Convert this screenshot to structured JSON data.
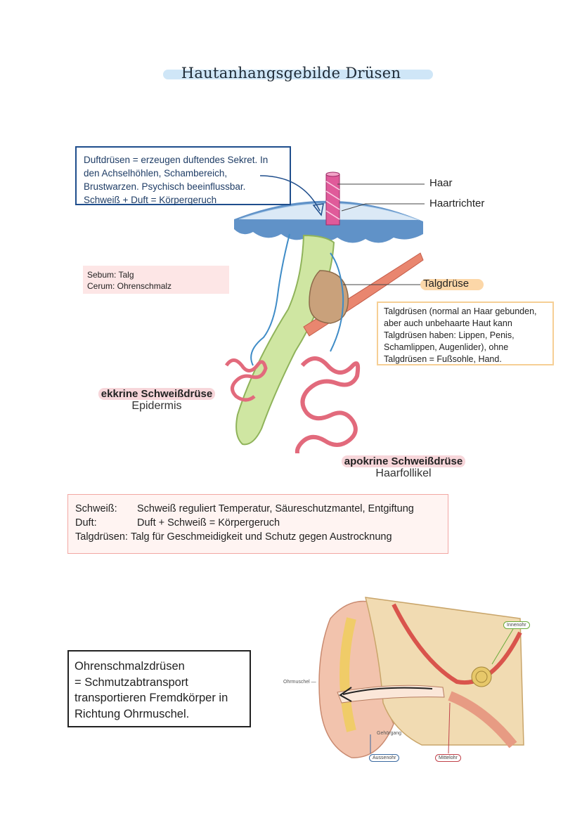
{
  "title": "Hautanhangsgebilde Drüsen",
  "duft_box": {
    "lines": [
      "Duftdrüsen = erzeugen duftendes Sekret. In",
      "den Achselhöhlen, Schambereich,",
      "Brustwarzen. Psychisch beeinflussbar.",
      "Schweiß + Duft = Körpergeruch"
    ]
  },
  "labels": {
    "haar": "Haar",
    "haartrichter": "Haartrichter",
    "talgdruese": "Talgdrüse"
  },
  "sebum_box": {
    "lines": [
      "Sebum: Talg",
      "Cerum: Ohrenschmalz"
    ]
  },
  "talg_box": {
    "lines": [
      "Talgdrüsen (normal an Haar gebunden,",
      "aber auch unbehaarte Haut kann",
      "Talgdrüsen haben: Lippen, Penis,",
      "Schamlippen, Augenlider), ohne",
      "Talgdrüsen = Fußsohle, Hand."
    ]
  },
  "ekkrine": {
    "title": "ekkrine Schweißdrüse",
    "sub": "Epidermis"
  },
  "apokrine": {
    "title": "apokrine Schweißdrüse",
    "sub": "Haarfollikel"
  },
  "summary": {
    "rows": [
      {
        "key": "Schweiß:",
        "value": "Schweiß reguliert Temperatur, Säureschutzmantel, Entgiftung"
      },
      {
        "key": "Duft:",
        "value": "Duft + Schweiß = Körpergeruch"
      },
      {
        "key": "Talgdrüsen:",
        "value": "Talg für Geschmeidigkeit und Schutz gegen Austrocknung"
      }
    ]
  },
  "ohr_box": {
    "lines": [
      "Ohrenschmalzdrüsen",
      "= Schmutzabtransport",
      "transportieren Fremdkörper in",
      "Richtung Ohrmuschel."
    ]
  },
  "ear_labels": {
    "ohrmuschel": "Ohrmuschel —",
    "innenohr": "Innenohr",
    "gehoergang": "Gehörgang",
    "aussenohr": "Aussenohr",
    "mittelohr": "Mittelohr"
  },
  "colors": {
    "title_highlight": "#cfe6f7",
    "duft_border": "#1f4e8c",
    "sebum_fill": "#fde6e6",
    "talg_border": "#f6cf95",
    "summary_border": "#f2a7a3"
  }
}
